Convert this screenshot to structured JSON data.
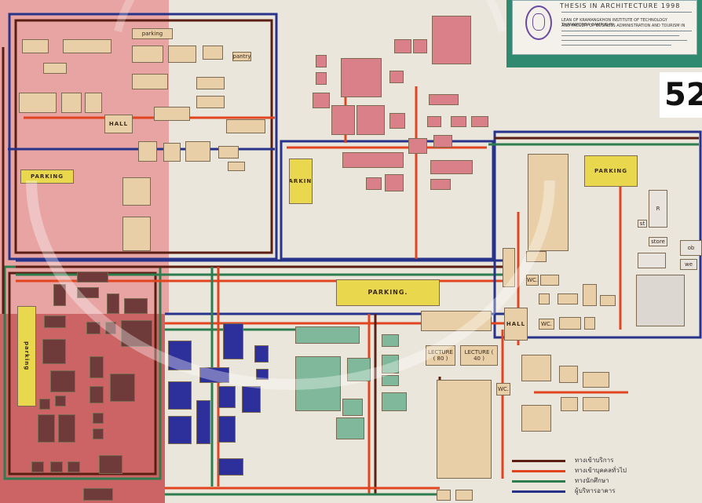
{
  "title_block": {
    "heading": "THESIS IN ARCHITECTURE 1998",
    "school": "LEAN OF KRAMANGKHON INSTITUTE OF TECHNOLOGY THANAMONDA CAMPUS IN",
    "faculty": "AND FACULTY OF BUSINESS ADMINISTRATION AND TOURISM IN"
  },
  "sheet_number": "52",
  "labels": {
    "parking_top": "parking",
    "parking_left": "PARKING",
    "parking_mid": "PARKING",
    "parking_center": "PARKING.",
    "parking_right": "PARKING",
    "parking_vertical": "parking",
    "hall_left": "HALL",
    "hall_right": "HALL",
    "pantry": "pantry",
    "store": "store",
    "lecture_1": "LECTURE ( 80 )",
    "lecture_2": "LECTURE ( 40 )",
    "wc": "WC.",
    "core": "R",
    "ob": "ob",
    "st": "st",
    "we": "we"
  },
  "legend": [
    {
      "color": "#5a1f12",
      "label": "ทางเข้าบริการ"
    },
    {
      "color": "#e0451f",
      "label": "ทางเข้าบุคคลทั่วไป"
    },
    {
      "color": "#2e7d4f",
      "label": "ทางนักศึกษา"
    },
    {
      "color": "#27338a",
      "label": "ผู้บริหารอาคาร"
    }
  ],
  "colors": {
    "zone_pink": "#e49a9b",
    "zone_red": "#c6595e",
    "circ_brown": "#5a1f12",
    "circ_orange": "#e0451f",
    "circ_green": "#2e7d4f",
    "circ_blue": "#27338a",
    "room_beige": "#e8cfa8",
    "room_pink": "#d98088",
    "room_yellow": "#e9d74d",
    "room_blue": "#2d2f9a",
    "room_green": "#7fb89a",
    "room_dark": "#6e3a3a"
  }
}
